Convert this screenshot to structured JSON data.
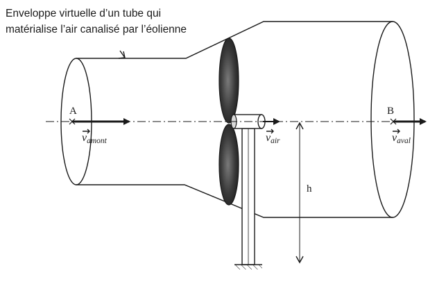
{
  "caption": {
    "line1": "Enveloppe virtuelle d’un tube qui",
    "line2": "matérialise l’air canalisé par l’éolienne"
  },
  "points": {
    "a": "A",
    "b": "B"
  },
  "vectors": {
    "amont": {
      "symbol": "v",
      "subscript": "amont"
    },
    "air": {
      "symbol": "v",
      "subscript": "air"
    },
    "aval": {
      "symbol": "v",
      "subscript": "aval"
    }
  },
  "height_label": "h",
  "colors": {
    "ink": "#1a1a1a",
    "blade_dark": "#2b2b2b",
    "blade_mid": "#6e6e6e",
    "background": "#ffffff"
  }
}
